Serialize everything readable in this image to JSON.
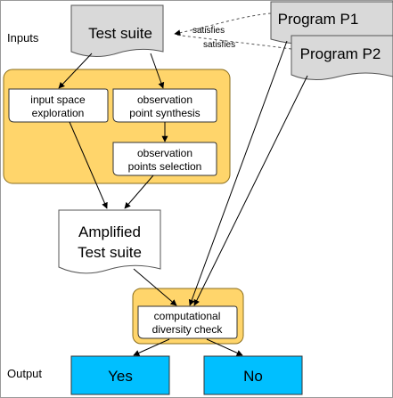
{
  "labels": {
    "inputs": "Inputs",
    "output": "Output"
  },
  "nodes": {
    "test_suite": "Test suite",
    "program_p1": "Program P1",
    "program_p2": "Program P2",
    "input_space": [
      "input space",
      "exploration"
    ],
    "obs_synthesis": [
      "observation",
      "point synthesis"
    ],
    "obs_selection": [
      "observation",
      "points selection"
    ],
    "amplified": [
      "Amplified",
      "Test suite"
    ],
    "diversity": [
      "computational",
      "diversity check"
    ],
    "yes": "Yes",
    "no": "No"
  },
  "edges": {
    "satisfies_1": "satisfies",
    "satisfies_2": "satisfies"
  },
  "colors": {
    "process_fill": "#ffd56b",
    "process_stroke": "#8a6d1c",
    "gray_fill": "#d9d9d9",
    "result_fill": "#00bfff"
  }
}
